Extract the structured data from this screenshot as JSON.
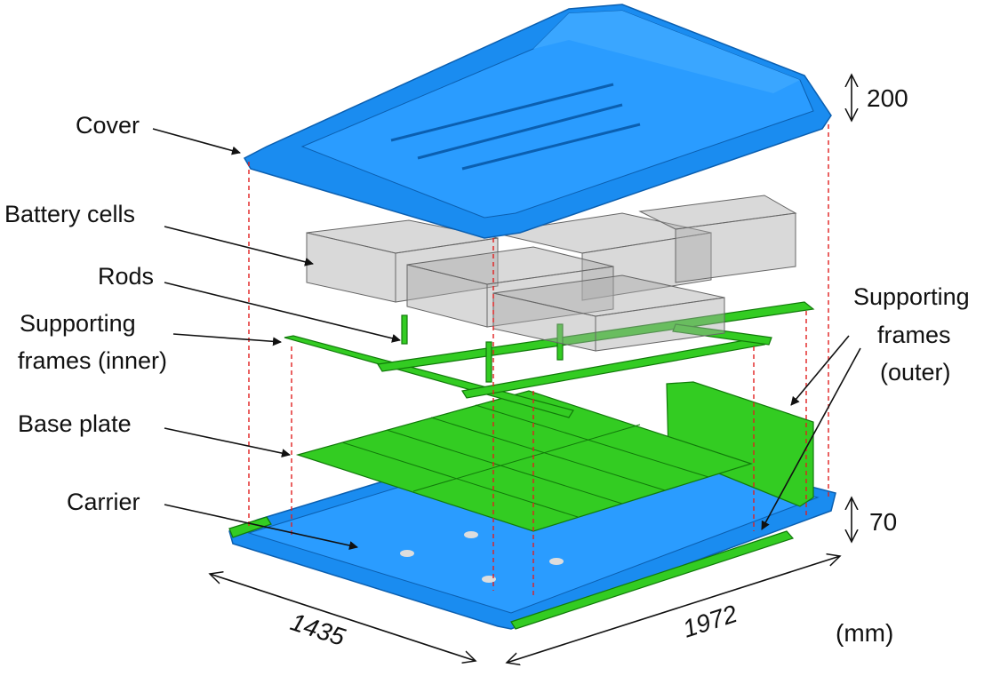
{
  "labels": {
    "cover": "Cover",
    "battery_cells": "Battery cells",
    "rods": "Rods",
    "frames_inner_line1": "Supporting",
    "frames_inner_line2": "frames (inner)",
    "base_plate": "Base plate",
    "carrier": "Carrier",
    "frames_outer_line1": "Supporting",
    "frames_outer_line2": "frames",
    "frames_outer_line3": "(outer)"
  },
  "dimensions": {
    "cover_height": "200",
    "carrier_height": "70",
    "width": "1435",
    "length": "1972",
    "unit": "(mm)"
  },
  "colors": {
    "cover_carrier": "#1a8cf0",
    "frames_plate": "#33cc22",
    "cells": "#aaaaaa",
    "guide_lines": "#e02020"
  }
}
